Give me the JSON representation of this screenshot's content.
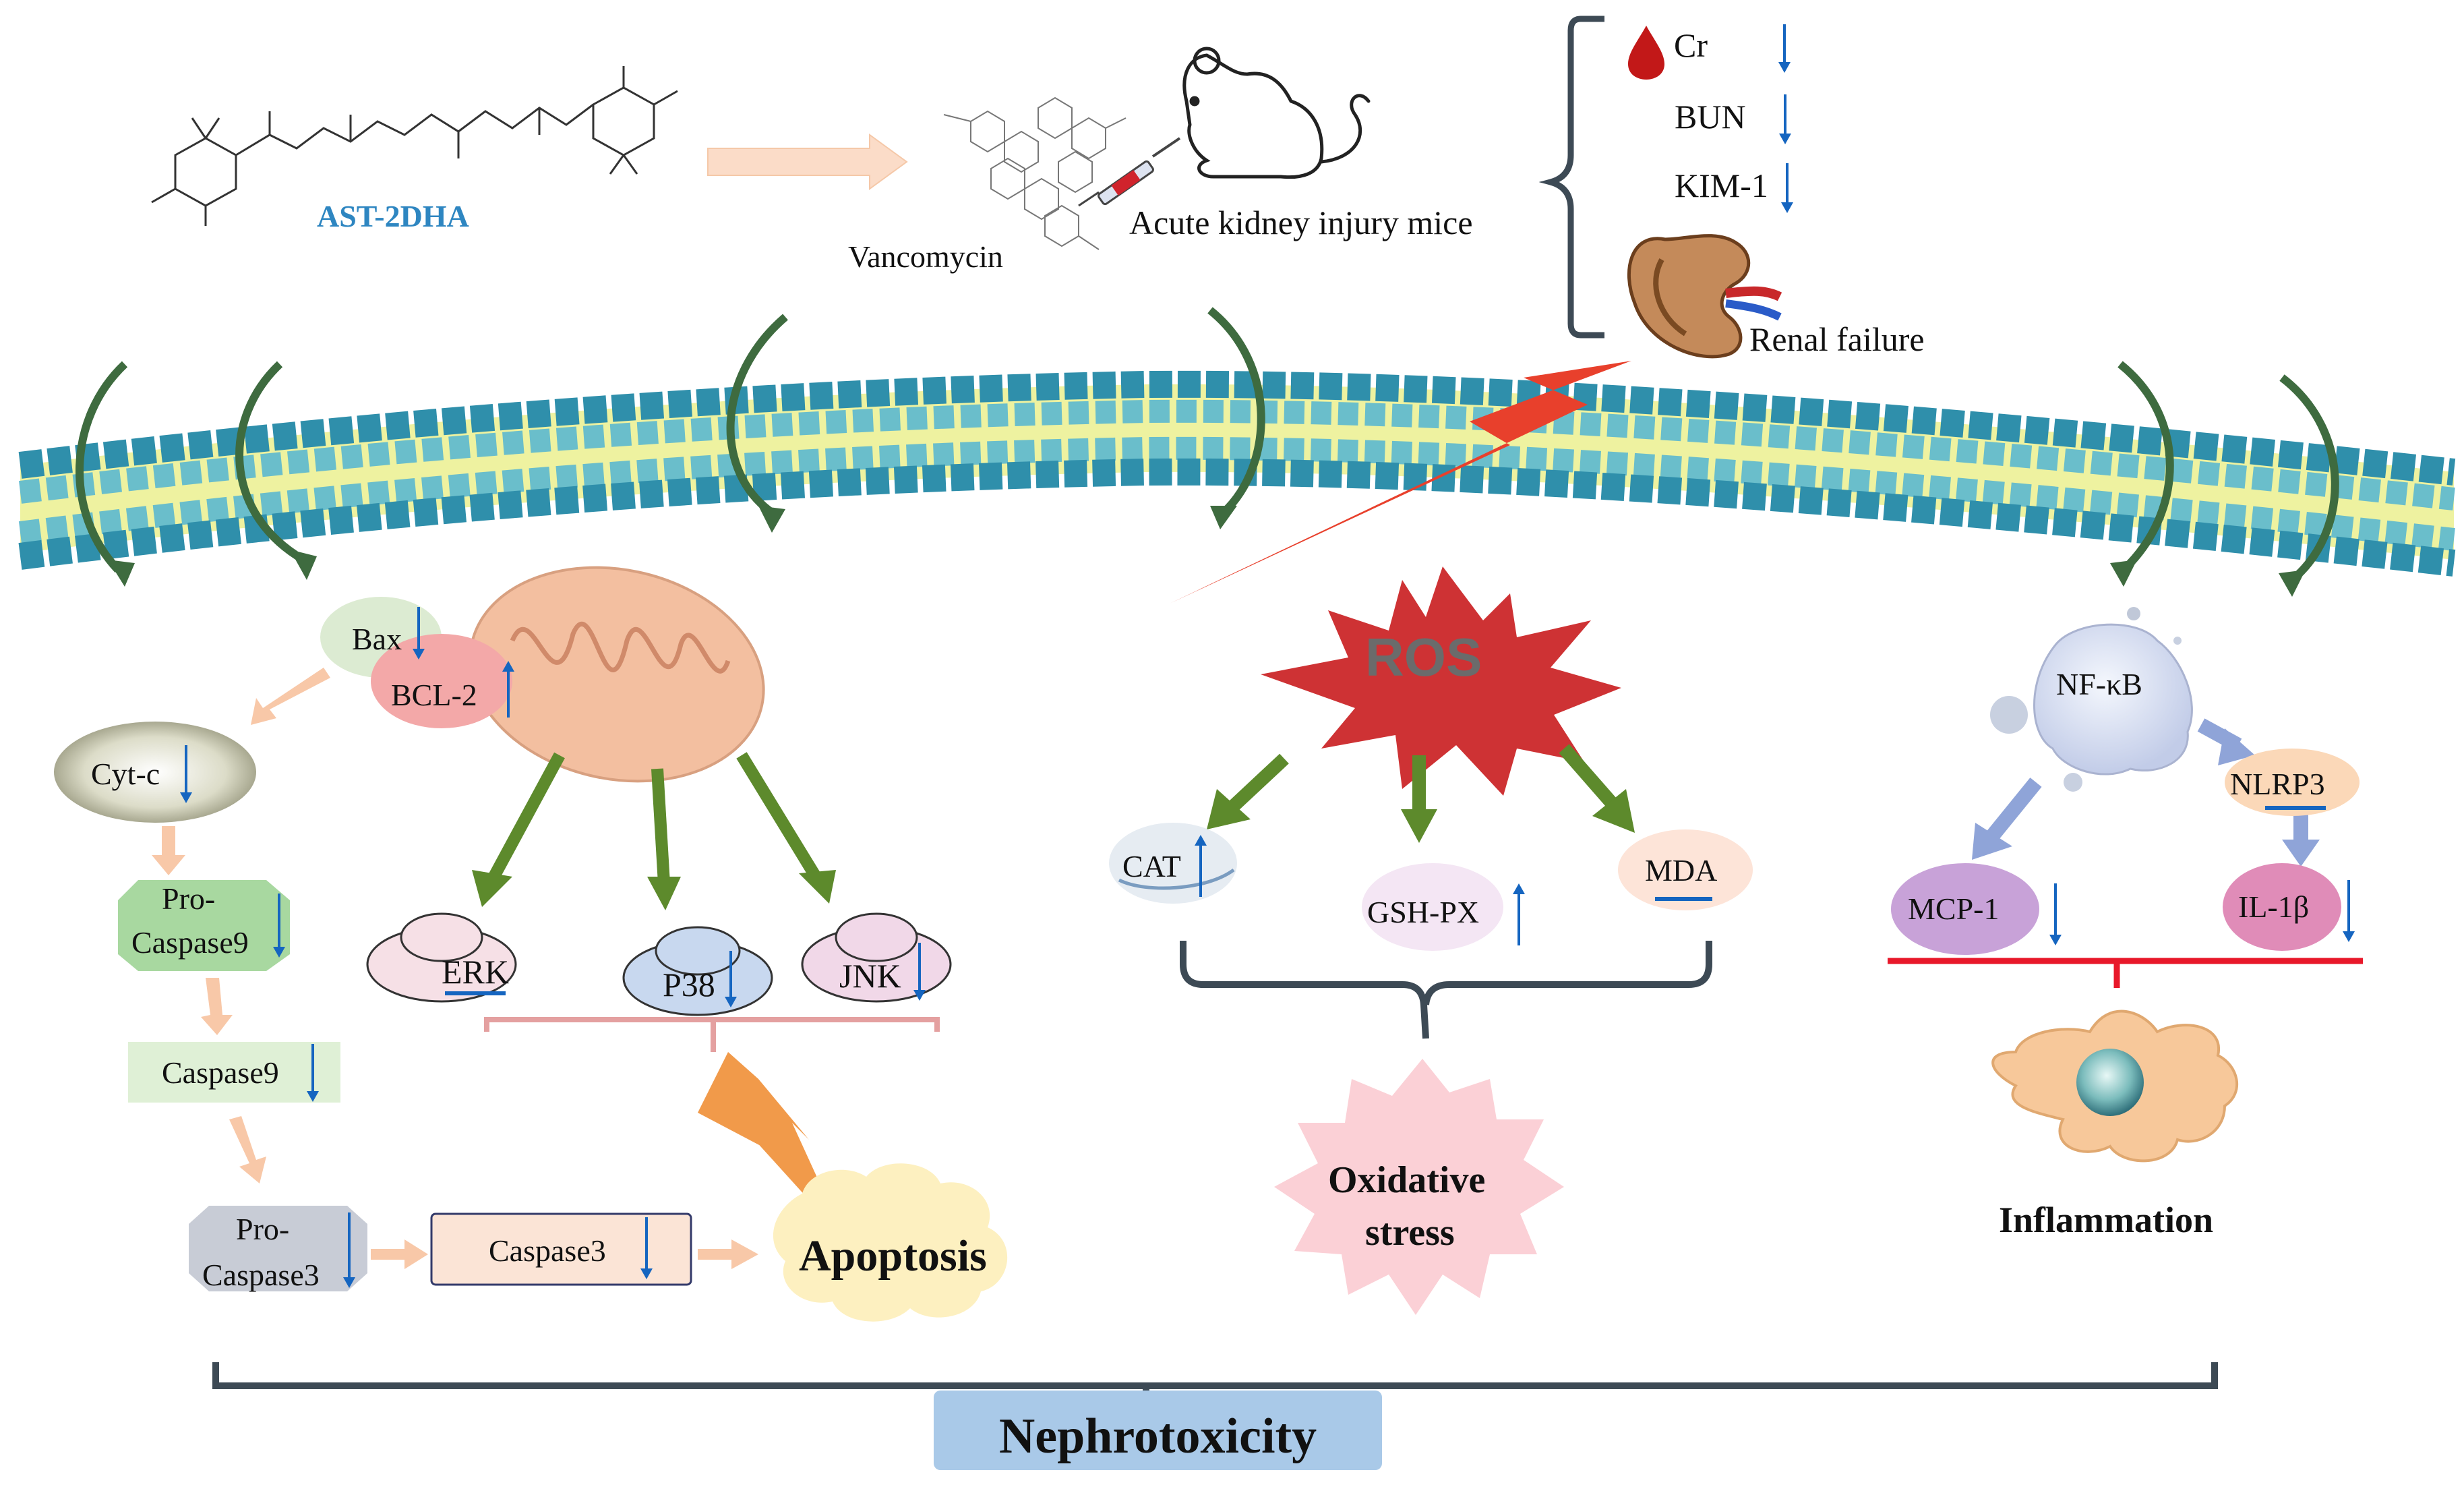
{
  "top": {
    "compound": "AST-2DHA",
    "drug": "Vancomycin",
    "model": "Acute kidney injury mice",
    "markers": [
      {
        "label": "Cr",
        "change": "down"
      },
      {
        "label": "BUN",
        "change": "down"
      },
      {
        "label": "KIM-1",
        "change": "down"
      }
    ],
    "outcome": "Renal failure"
  },
  "apoptosis": {
    "bax": "Bax",
    "bcl2": "BCL-2",
    "cytc": "Cyt-c",
    "procasp9_l1": "Pro-",
    "procasp9_l2": "Caspase9",
    "casp9": "Caspase9",
    "procasp3_l1": "Pro-",
    "procasp3_l2": "Caspase3",
    "casp3": "Caspase3",
    "erk": "ERK",
    "p38": "P38",
    "jnk": "JNK",
    "result": "Apoptosis"
  },
  "oxidative": {
    "ros": "ROS",
    "cat": "CAT",
    "gshpx": "GSH-PX",
    "mda": "MDA",
    "result_l1": "Oxidative",
    "result_l2": "stress"
  },
  "inflammation": {
    "nfkb": "NF-κB",
    "nlrp3": "NLRP3",
    "mcp1": "MCP-1",
    "il1b": "IL-1β",
    "result": "Inflammation"
  },
  "footer": {
    "label": "Nephrotoxicity"
  },
  "colors": {
    "arrow_blue": "#1565c0",
    "green_arrow": "#5d8a2c",
    "membrane": "#5bb8cf",
    "title_blue": "#2e86c1",
    "lightning": "#e8402c",
    "footer_box": "#a9c9e8"
  }
}
